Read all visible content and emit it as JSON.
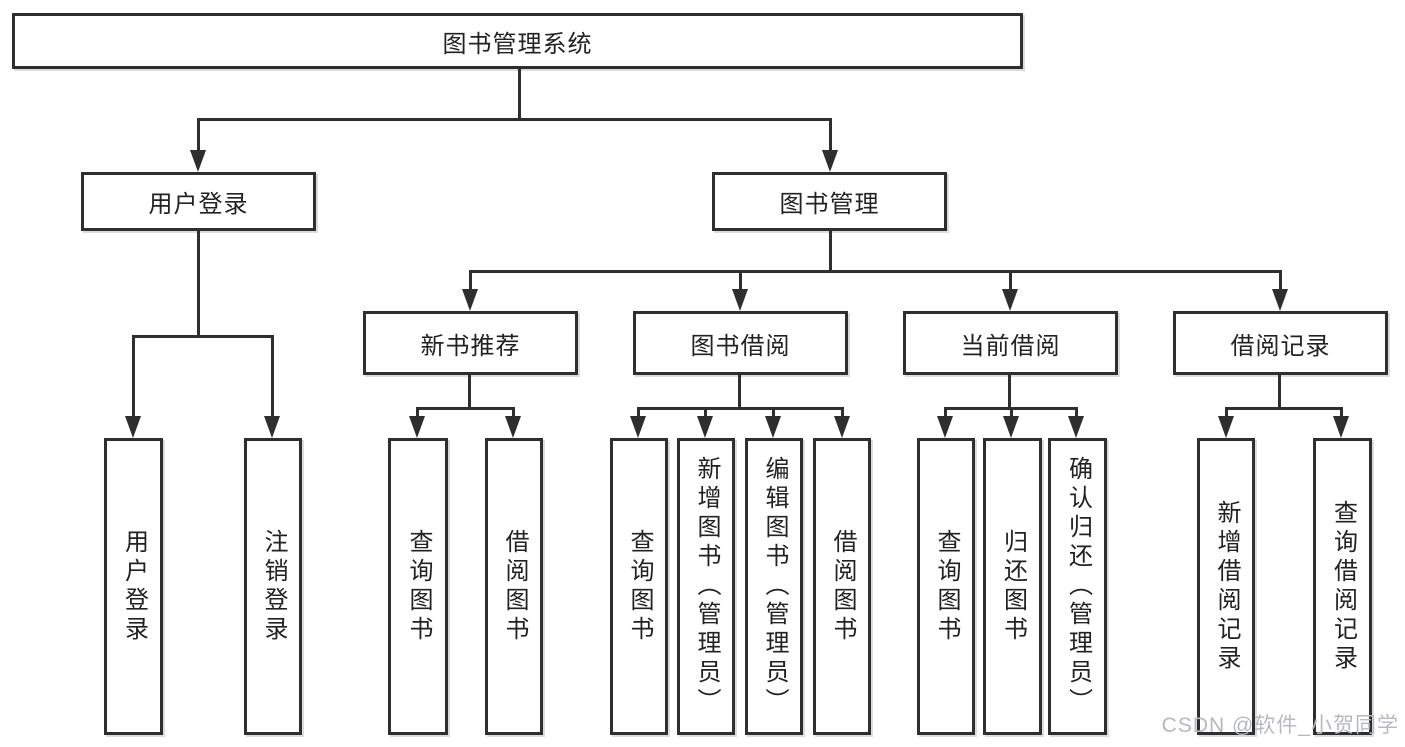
{
  "watermark": "CSDN @软件_小贺同学",
  "colors": {
    "stroke": "#2e2e2e",
    "watermark_text": "#b6babf",
    "background": "#ffffff"
  },
  "tree": {
    "root": {
      "label": "图书管理系统",
      "children": [
        {
          "label": "用户登录",
          "children": [
            {
              "label": "用户登录"
            },
            {
              "label": "注销登录"
            }
          ]
        },
        {
          "label": "图书管理",
          "children": [
            {
              "label": "新书推荐",
              "children": [
                {
                  "label": "查询图书"
                },
                {
                  "label": "借阅图书"
                }
              ]
            },
            {
              "label": "图书借阅",
              "children": [
                {
                  "label": "查询图书"
                },
                {
                  "label": "新增图书（管理员）"
                },
                {
                  "label": "编辑图书（管理员）"
                },
                {
                  "label": "借阅图书"
                }
              ]
            },
            {
              "label": "当前借阅",
              "children": [
                {
                  "label": "查询图书"
                },
                {
                  "label": "归还图书"
                },
                {
                  "label": "确认归还（管理员）"
                }
              ]
            },
            {
              "label": "借阅记录",
              "children": [
                {
                  "label": "新增借阅记录"
                },
                {
                  "label": "查询借阅记录"
                }
              ]
            }
          ]
        }
      ]
    }
  }
}
